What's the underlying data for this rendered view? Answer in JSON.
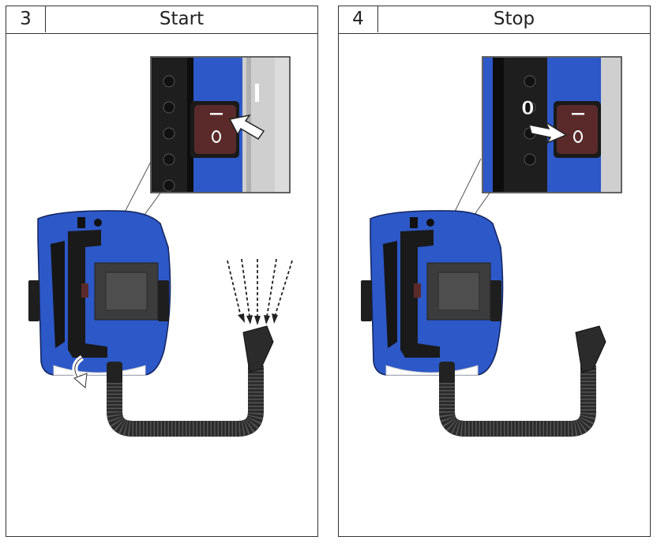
{
  "steps": [
    {
      "number": "3",
      "title": "Start",
      "switch_state_label": "I"
    },
    {
      "number": "4",
      "title": "Stop",
      "switch_state_label": "0"
    }
  ],
  "colors": {
    "device_blue": "#2c58c8",
    "device_dark": "#1a2c6a",
    "switch_body": "#5a2a2a",
    "hose": "#2b2b2b"
  },
  "icons": [
    "power-switch-icon",
    "arrow-icon",
    "airflow-arrows-icon",
    "rotate-arrow-icon"
  ]
}
